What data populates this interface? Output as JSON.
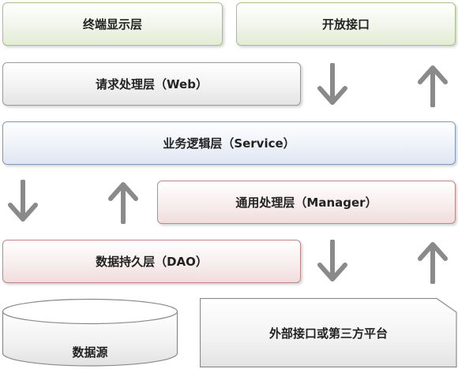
{
  "layers": {
    "terminal": "终端显示层",
    "open_api": "开放接口",
    "web": "请求处理层（Web）",
    "service": "业务逻辑层（Service）",
    "manager": "通用处理层（Manager）",
    "dao": "数据持久层（DAO）",
    "datasource": "数据源",
    "external": "外部接口或第三方平台"
  },
  "arrows": [
    {
      "name": "web-to-service",
      "direction": "down"
    },
    {
      "name": "open-api-up",
      "direction": "up"
    },
    {
      "name": "service-to-dao",
      "direction": "down"
    },
    {
      "name": "dao-to-service",
      "direction": "up"
    },
    {
      "name": "manager-to-external",
      "direction": "down"
    },
    {
      "name": "external-to-manager",
      "direction": "up"
    }
  ],
  "colors": {
    "green_border": "#a8bf8c",
    "gray_border": "#9a9a9a",
    "blue_border": "#7f97bf",
    "red_border": "#c08686",
    "arrow": "#8a8a8a"
  }
}
